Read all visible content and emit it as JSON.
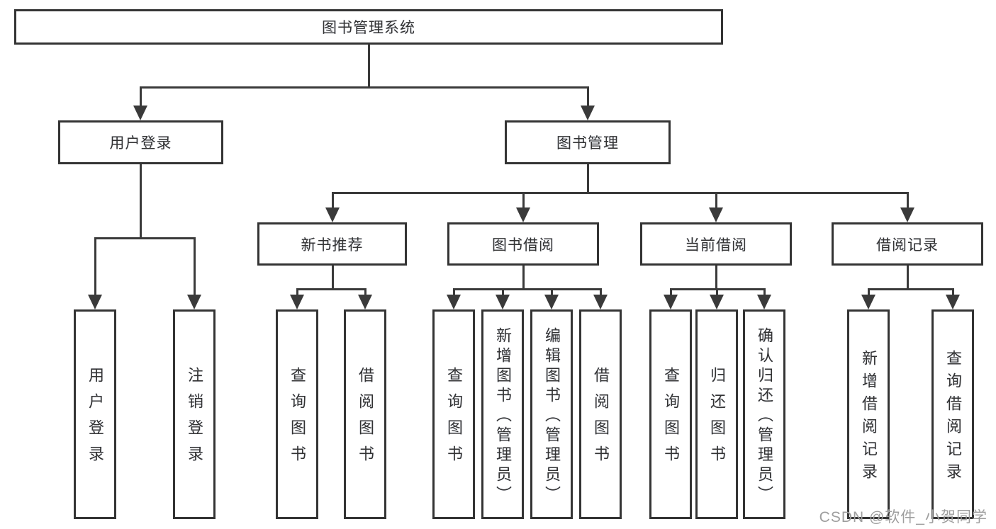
{
  "diagram": {
    "root": "图书管理系统",
    "level2": [
      "用户登录",
      "图书管理"
    ],
    "level3": [
      "新书推荐",
      "图书借阅",
      "当前借阅",
      "借阅记录"
    ],
    "leaves": {
      "login": [
        "用户登录",
        "注销登录"
      ],
      "recommend": [
        "查询图书",
        "借阅图书"
      ],
      "borrow": [
        "查询图书",
        "新增图书（管理员）",
        "编辑图书（管理员）",
        "借阅图书"
      ],
      "current": [
        "查询图书",
        "归还图书",
        "确认归还（管理员）"
      ],
      "records": [
        "新增借阅记录",
        "查询借阅记录"
      ]
    },
    "watermark": "CSDN @软件_小贺同学",
    "colors": {
      "line": "#3a3a3a",
      "box_border": "#343434",
      "text": "#333333",
      "watermark_text": "#9e9e9e",
      "background": "#ffffff"
    }
  }
}
